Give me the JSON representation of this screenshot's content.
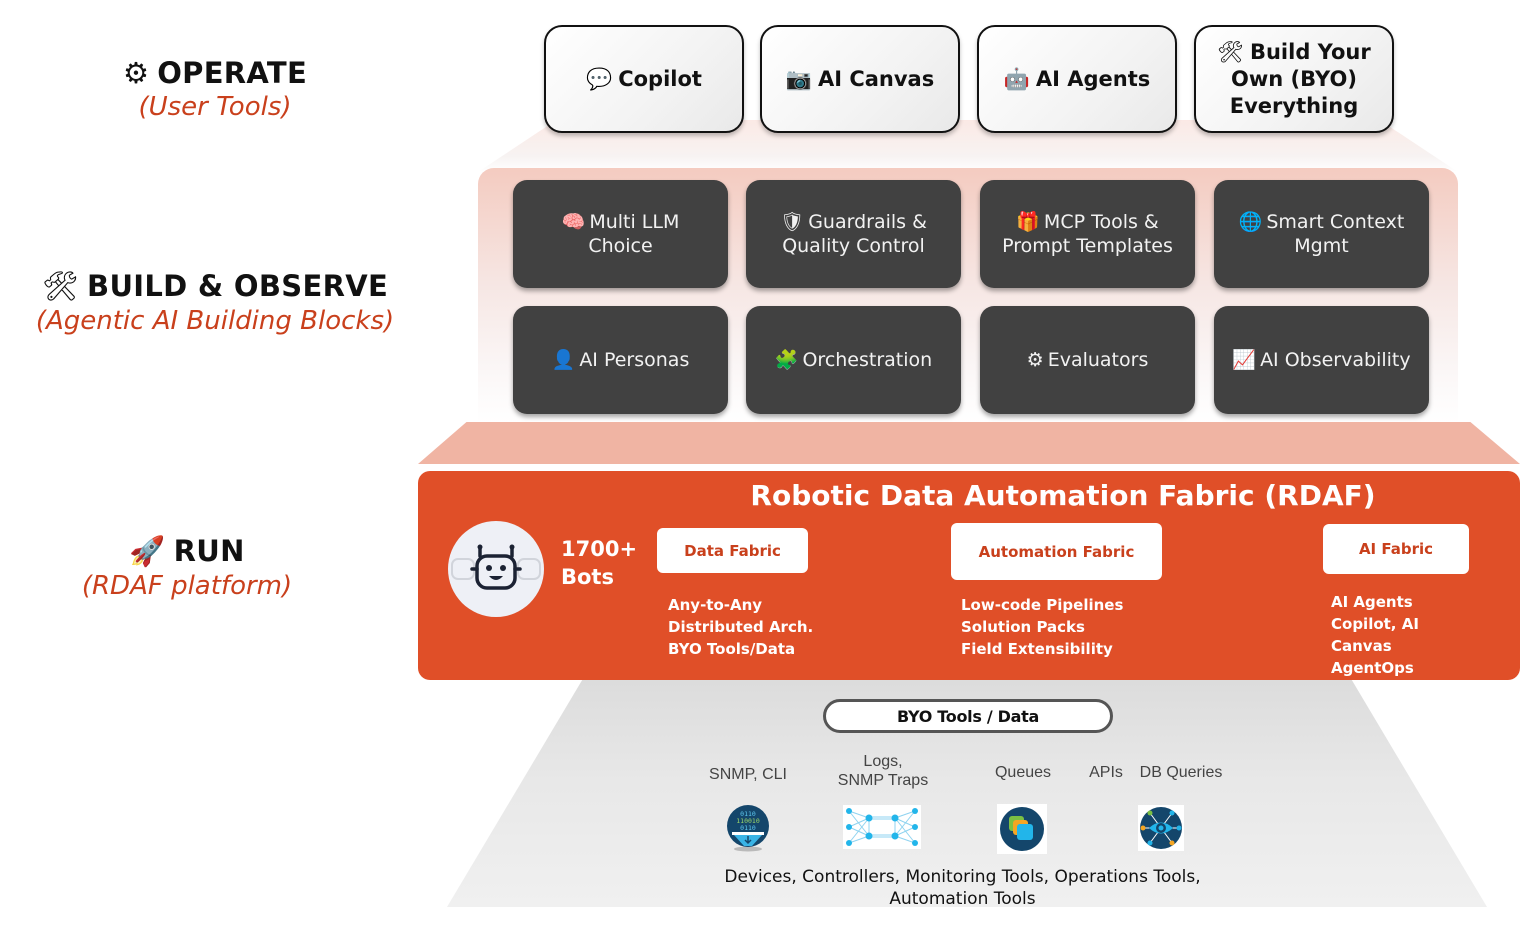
{
  "tiers": {
    "operate": {
      "icon": "gear-icon",
      "icon_glyph": "⚙",
      "title": "OPERATE",
      "subtitle": "(User Tools)"
    },
    "build": {
      "icon": "tools-icon",
      "icon_glyph": "🛠",
      "title": "BUILD & OBSERVE",
      "subtitle": "(Agentic AI Building Blocks)"
    },
    "run": {
      "icon": "rocket-icon",
      "icon_glyph": "🚀",
      "title": "RUN",
      "subtitle": "(RDAF platform)"
    }
  },
  "operate_tools": [
    {
      "icon": "speech-bubble-icon",
      "glyph": "💬",
      "label": "Copilot"
    },
    {
      "icon": "camera-icon",
      "glyph": "📷",
      "label": "AI Canvas"
    },
    {
      "icon": "robot-icon",
      "glyph": "🤖",
      "label": "AI Agents"
    },
    {
      "icon": "tools-icon",
      "glyph": "🛠",
      "label": "Build Your Own (BYO) Everything"
    }
  ],
  "building_blocks": [
    {
      "icon": "brain-icon",
      "glyph": "🧠",
      "label": "Multi LLM Choice"
    },
    {
      "icon": "shield-icon",
      "glyph": "🛡",
      "label": "Guardrails & Quality Control"
    },
    {
      "icon": "gift-icon",
      "glyph": "🎁",
      "label": "MCP Tools & Prompt Templates"
    },
    {
      "icon": "brain-globe-icon",
      "glyph": "🌐",
      "label": "Smart Context Mgmt"
    },
    {
      "icon": "person-icon",
      "glyph": "👤",
      "label": "AI Personas"
    },
    {
      "icon": "puzzle-icon",
      "glyph": "🧩",
      "label": "Orchestration"
    },
    {
      "icon": "gear-icon",
      "glyph": "⚙",
      "label": "Evaluators"
    },
    {
      "icon": "chart-icon",
      "glyph": "📈",
      "label": "AI Observability"
    }
  ],
  "rdaf": {
    "title": "Robotic Data Automation Fabric (RDAF)",
    "bots_count": "1700+",
    "bots_label": "Bots",
    "fabrics": [
      {
        "label": "Data Fabric",
        "items": [
          "Any-to-Any",
          "Distributed Arch.",
          "BYO Tools/Data"
        ]
      },
      {
        "label": "Automation Fabric",
        "items": [
          "Low-code Pipelines",
          "Solution Packs",
          "Field Extensibility"
        ]
      },
      {
        "label": "AI Fabric",
        "items": [
          "AI Agents",
          "Copilot, AI",
          "Canvas",
          "AgentOps"
        ]
      }
    ]
  },
  "byo": {
    "pill_label": "BYO Tools / Data",
    "sources": [
      {
        "label": "SNMP, CLI",
        "icon": "binary-funnel-icon"
      },
      {
        "label": "Logs,\nSNMP Traps",
        "icon": "network-mesh-icon"
      },
      {
        "label": "Queues",
        "icon": "stacked-squares-icon"
      },
      {
        "label": "APIs",
        "icon": ""
      },
      {
        "label": "DB Queries",
        "icon": "eye-network-icon"
      }
    ],
    "caption_line1": "Devices, Controllers, Monitoring Tools, Operations Tools,",
    "caption_line2": "Automation Tools"
  },
  "colors": {
    "accent": "#e04f28",
    "accent_text": "#c9401c",
    "dark_card": "#414141",
    "salmon": "#f0b4a3"
  }
}
